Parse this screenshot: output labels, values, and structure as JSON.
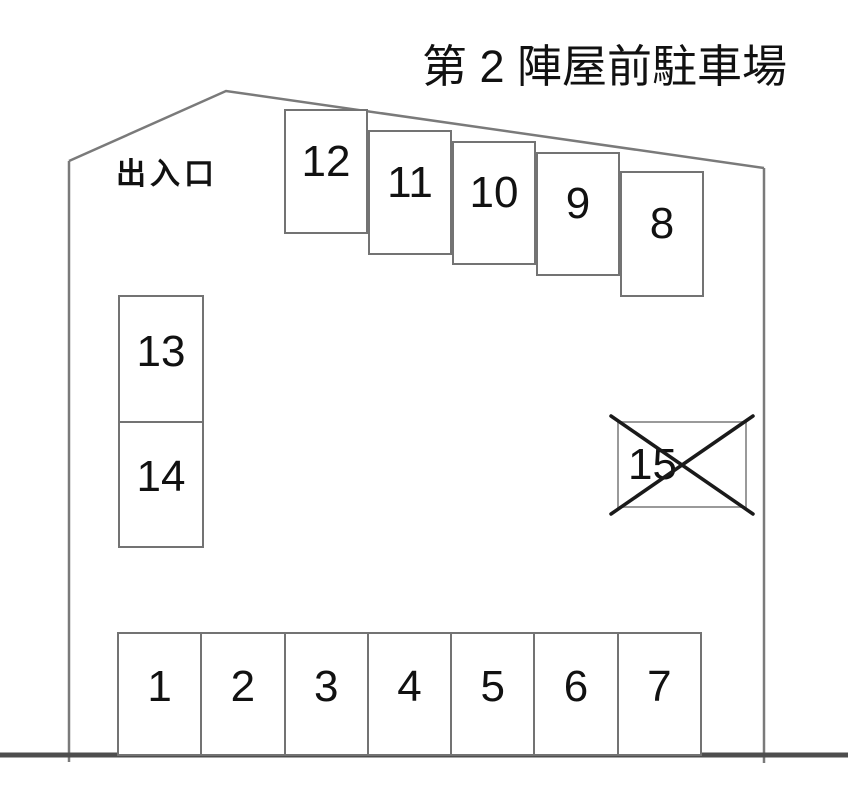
{
  "title": "第 2 陣屋前駐車場",
  "entrance_label": "出入口",
  "colors": {
    "background": "#ffffff",
    "line": "#7a7a7a",
    "box-border": "#737373",
    "road": "#4d4d4d",
    "text": "#111111",
    "cross": "#1a1a1a"
  },
  "spots": {
    "top": [
      {
        "label": "12",
        "status": "available"
      },
      {
        "label": "11",
        "status": "available"
      },
      {
        "label": "10",
        "status": "available"
      },
      {
        "label": "9",
        "status": "available"
      },
      {
        "label": "8",
        "status": "available"
      }
    ],
    "left": [
      {
        "label": "13",
        "status": "available"
      },
      {
        "label": "14",
        "status": "available"
      }
    ],
    "right": [
      {
        "label": "15",
        "status": "unavailable",
        "crossed_out": true
      }
    ],
    "bottom": [
      {
        "label": "1",
        "status": "available"
      },
      {
        "label": "2",
        "status": "available"
      },
      {
        "label": "3",
        "status": "available"
      },
      {
        "label": "4",
        "status": "available"
      },
      {
        "label": "5",
        "status": "available"
      },
      {
        "label": "6",
        "status": "available"
      },
      {
        "label": "7",
        "status": "available"
      }
    ]
  }
}
